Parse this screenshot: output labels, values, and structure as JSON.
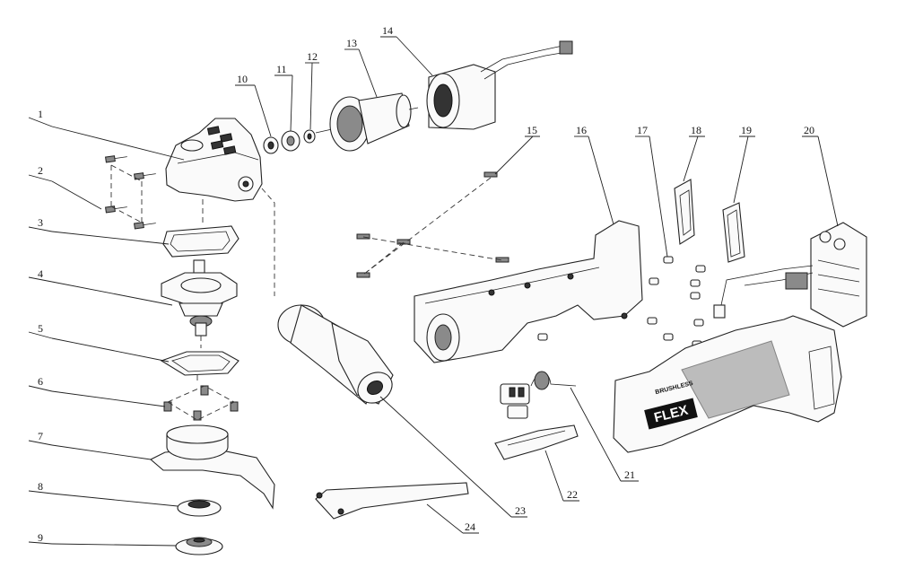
{
  "diagram": {
    "callouts": [
      {
        "id": "c1",
        "number": "1"
      },
      {
        "id": "c2",
        "number": "2"
      },
      {
        "id": "c3",
        "number": "3"
      },
      {
        "id": "c4",
        "number": "4"
      },
      {
        "id": "c5",
        "number": "5"
      },
      {
        "id": "c6",
        "number": "6"
      },
      {
        "id": "c7",
        "number": "7"
      },
      {
        "id": "c8",
        "number": "8"
      },
      {
        "id": "c9",
        "number": "9"
      },
      {
        "id": "c10",
        "number": "10"
      },
      {
        "id": "c11",
        "number": "11"
      },
      {
        "id": "c12",
        "number": "12"
      },
      {
        "id": "c13",
        "number": "13"
      },
      {
        "id": "c14",
        "number": "14"
      },
      {
        "id": "c15",
        "number": "15"
      },
      {
        "id": "c16",
        "number": "16"
      },
      {
        "id": "c17",
        "number": "17"
      },
      {
        "id": "c18",
        "number": "18"
      },
      {
        "id": "c19",
        "number": "19"
      },
      {
        "id": "c20",
        "number": "20"
      },
      {
        "id": "c21",
        "number": "21"
      },
      {
        "id": "c22",
        "number": "22"
      },
      {
        "id": "c23",
        "number": "23"
      },
      {
        "id": "c24",
        "number": "24"
      }
    ],
    "product_markings": {
      "brand": "FLEX",
      "model_tag": "BRUSHLESS"
    }
  }
}
